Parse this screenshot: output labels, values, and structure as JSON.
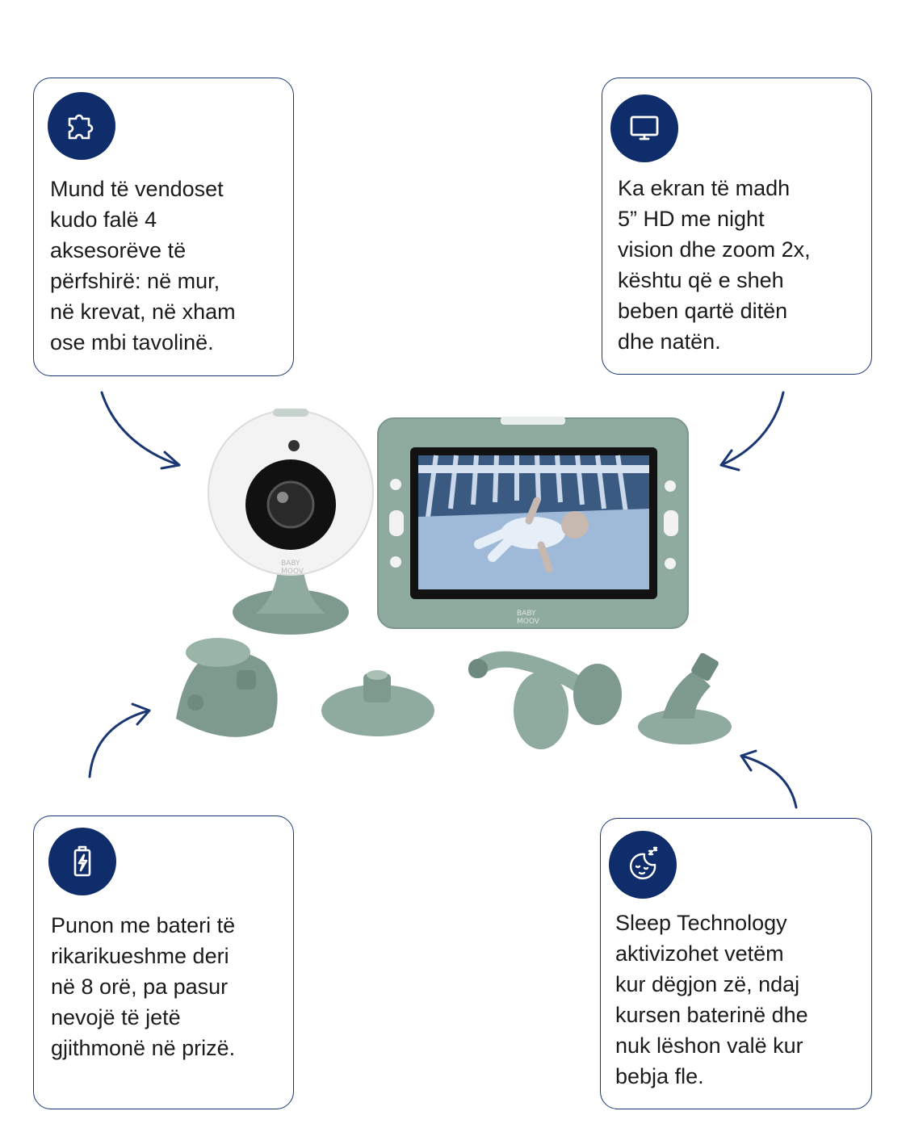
{
  "features": [
    {
      "icon": "puzzle-icon",
      "text": [
        "Mund të vendoset",
        "kudo falë 4",
        "aksesorëve të",
        "përfshirë: në mur,",
        "në krevat, në xham",
        "ose mbi tavolinë."
      ]
    },
    {
      "icon": "monitor-icon",
      "text": [
        "Ka ekran të madh",
        "5” HD me night",
        "vision dhe zoom 2x,",
        "kështu që e sheh",
        "beben qartë ditën",
        "dhe natën."
      ]
    },
    {
      "icon": "battery-icon",
      "text": [
        "Punon me bateri të",
        "rikarikueshme deri",
        "në 8 orë, pa pasur",
        "nevojë të jetë",
        "gjithmonë në prizë."
      ]
    },
    {
      "icon": "sleep-face-icon",
      "text": [
        "Sleep Technology",
        "aktivizohet vetëm",
        "kur dëgjon zë, ndaj",
        "kursen baterinë dhe",
        "nuk lëshon valë kur",
        "bebja fle."
      ]
    }
  ],
  "product": {
    "camera_brand": [
      "BABY",
      "MOOV"
    ],
    "monitor_brand": [
      "BABY",
      "MOOV"
    ]
  },
  "colors": {
    "accent": "#0f2c6b",
    "border": "#1a3773",
    "sage": "#8faa9e",
    "sage_dark": "#6e8a7e"
  }
}
